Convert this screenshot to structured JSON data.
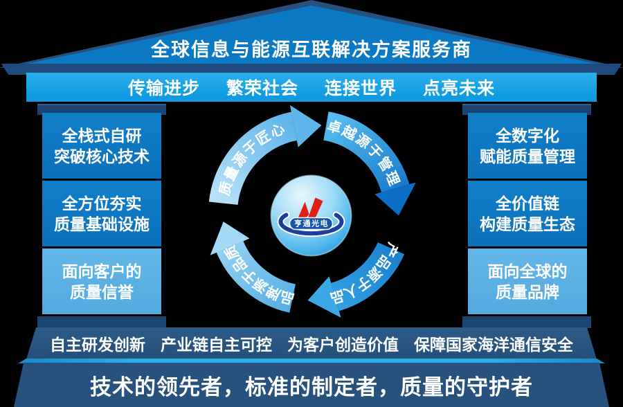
{
  "roof": {
    "title": "全球信息与能源互联解决方案服务商"
  },
  "top_beam": {
    "phrases": [
      "传输进步",
      "繁荣社会",
      "连接世界",
      "点亮未来"
    ]
  },
  "left_pillar": {
    "boxes": [
      {
        "line1": "全栈式自研",
        "line2": "突破核心技术"
      },
      {
        "line1": "全方位夯实",
        "line2": "质量基础设施"
      },
      {
        "line1": "面向客户的",
        "line2": "质量信誉"
      }
    ]
  },
  "right_pillar": {
    "boxes": [
      {
        "line1": "全数字化",
        "line2": "赋能质量管理"
      },
      {
        "line1": "全价值链",
        "line2": "构建质量生态"
      },
      {
        "line1": "面向全球的",
        "line2": "质量品牌"
      }
    ]
  },
  "cycle": {
    "arcs": [
      {
        "label": "质量源于匠心"
      },
      {
        "label": "卓越源于管理"
      },
      {
        "label": "产品源于人品"
      },
      {
        "label": "品牌源于品质"
      }
    ],
    "logo_text": "亨通光电"
  },
  "bottom_beam": {
    "phrases": [
      "自主研发创新",
      "产业链自主可控",
      "为客户创造价值",
      "保障国家海洋通信安全"
    ]
  },
  "base": {
    "slogan": "技术的领先者，标准的制定者，质量的守护者"
  },
  "colors": {
    "roof_blue": "#0b79c4",
    "navy": "#1b4372",
    "beam_blue": "#14a0e4",
    "pillar_dark": "#0e76c0",
    "pillar_light": "#5bb0e4",
    "bottom_slate": "#26527d",
    "logo_red": "#dd1f14",
    "logo_navy": "#1c3f9e"
  }
}
